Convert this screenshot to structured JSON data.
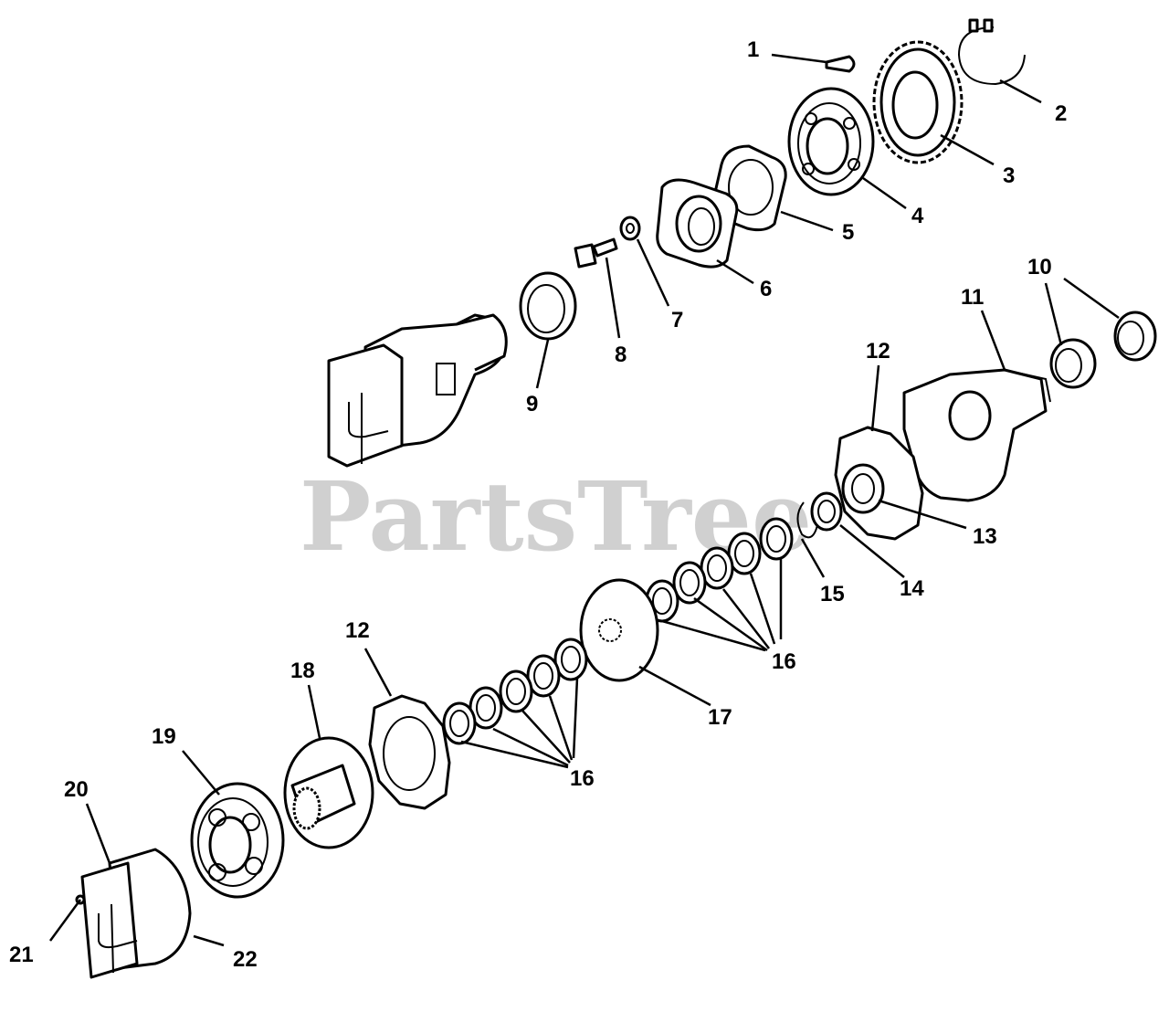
{
  "watermark": "PartsTree",
  "callouts": {
    "c1": "1",
    "c2": "2",
    "c3": "3",
    "c4": "4",
    "c5": "5",
    "c6": "6",
    "c7": "7",
    "c8": "8",
    "c9": "9",
    "c10": "10",
    "c11": "11",
    "c12a": "12",
    "c12b": "12",
    "c13": "13",
    "c14": "14",
    "c15": "15",
    "c16a": "16",
    "c16b": "16",
    "c17": "17",
    "c18": "18",
    "c19": "19",
    "c20": "20",
    "c21": "21",
    "c22": "22"
  }
}
